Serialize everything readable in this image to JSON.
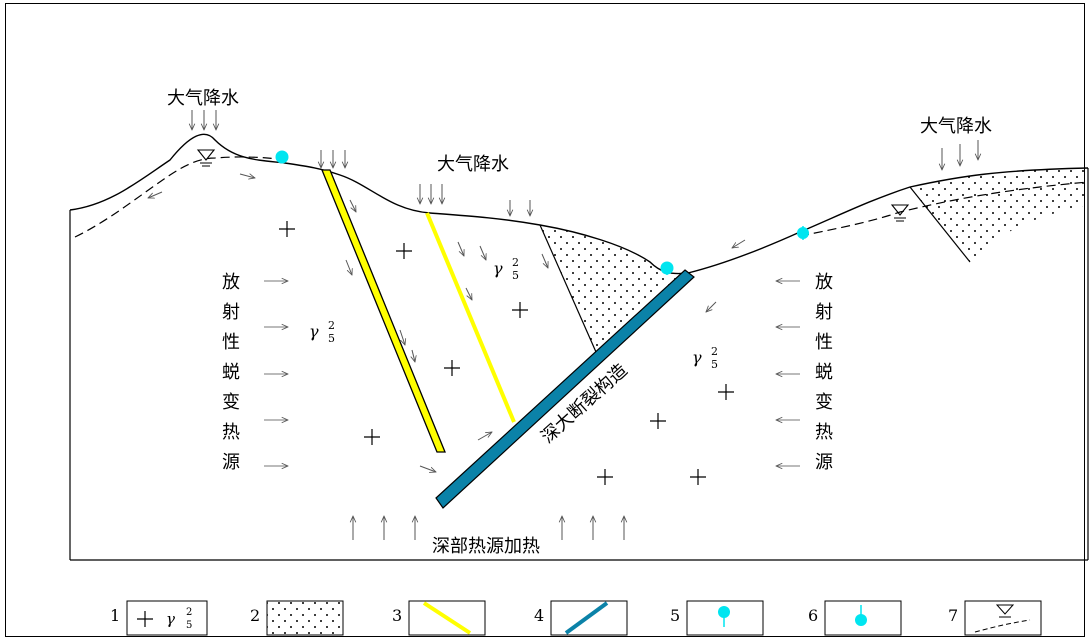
{
  "labels": {
    "precipitation_left": "大气降水",
    "precipitation_middle": "大气降水",
    "precipitation_right": "大气降水",
    "radioactive_left": [
      "放",
      "射",
      "性",
      "蜕",
      "变",
      "热",
      "源"
    ],
    "radioactive_right": [
      "放",
      "射",
      "性",
      "蜕",
      "变",
      "热",
      "源"
    ],
    "deep_heating": "深部热源加热",
    "fault": "深大断裂构造",
    "gamma": "γ",
    "gamma_sup": "2",
    "gamma_sub": "5"
  },
  "legend": [
    {
      "num": "1",
      "symbol": "granite"
    },
    {
      "num": "2",
      "symbol": "sediment-dots"
    },
    {
      "num": "3",
      "symbol": "yellow-dike"
    },
    {
      "num": "4",
      "symbol": "blue-fault"
    },
    {
      "num": "5",
      "symbol": "spring-type-a"
    },
    {
      "num": "6",
      "symbol": "spring-type-b"
    },
    {
      "num": "7",
      "symbol": "water-table"
    }
  ],
  "colors": {
    "dike": "#ffff00",
    "fault": "#0b82a8",
    "spring": "#00e5f0",
    "line": "#000000",
    "arrow": "#666666"
  }
}
